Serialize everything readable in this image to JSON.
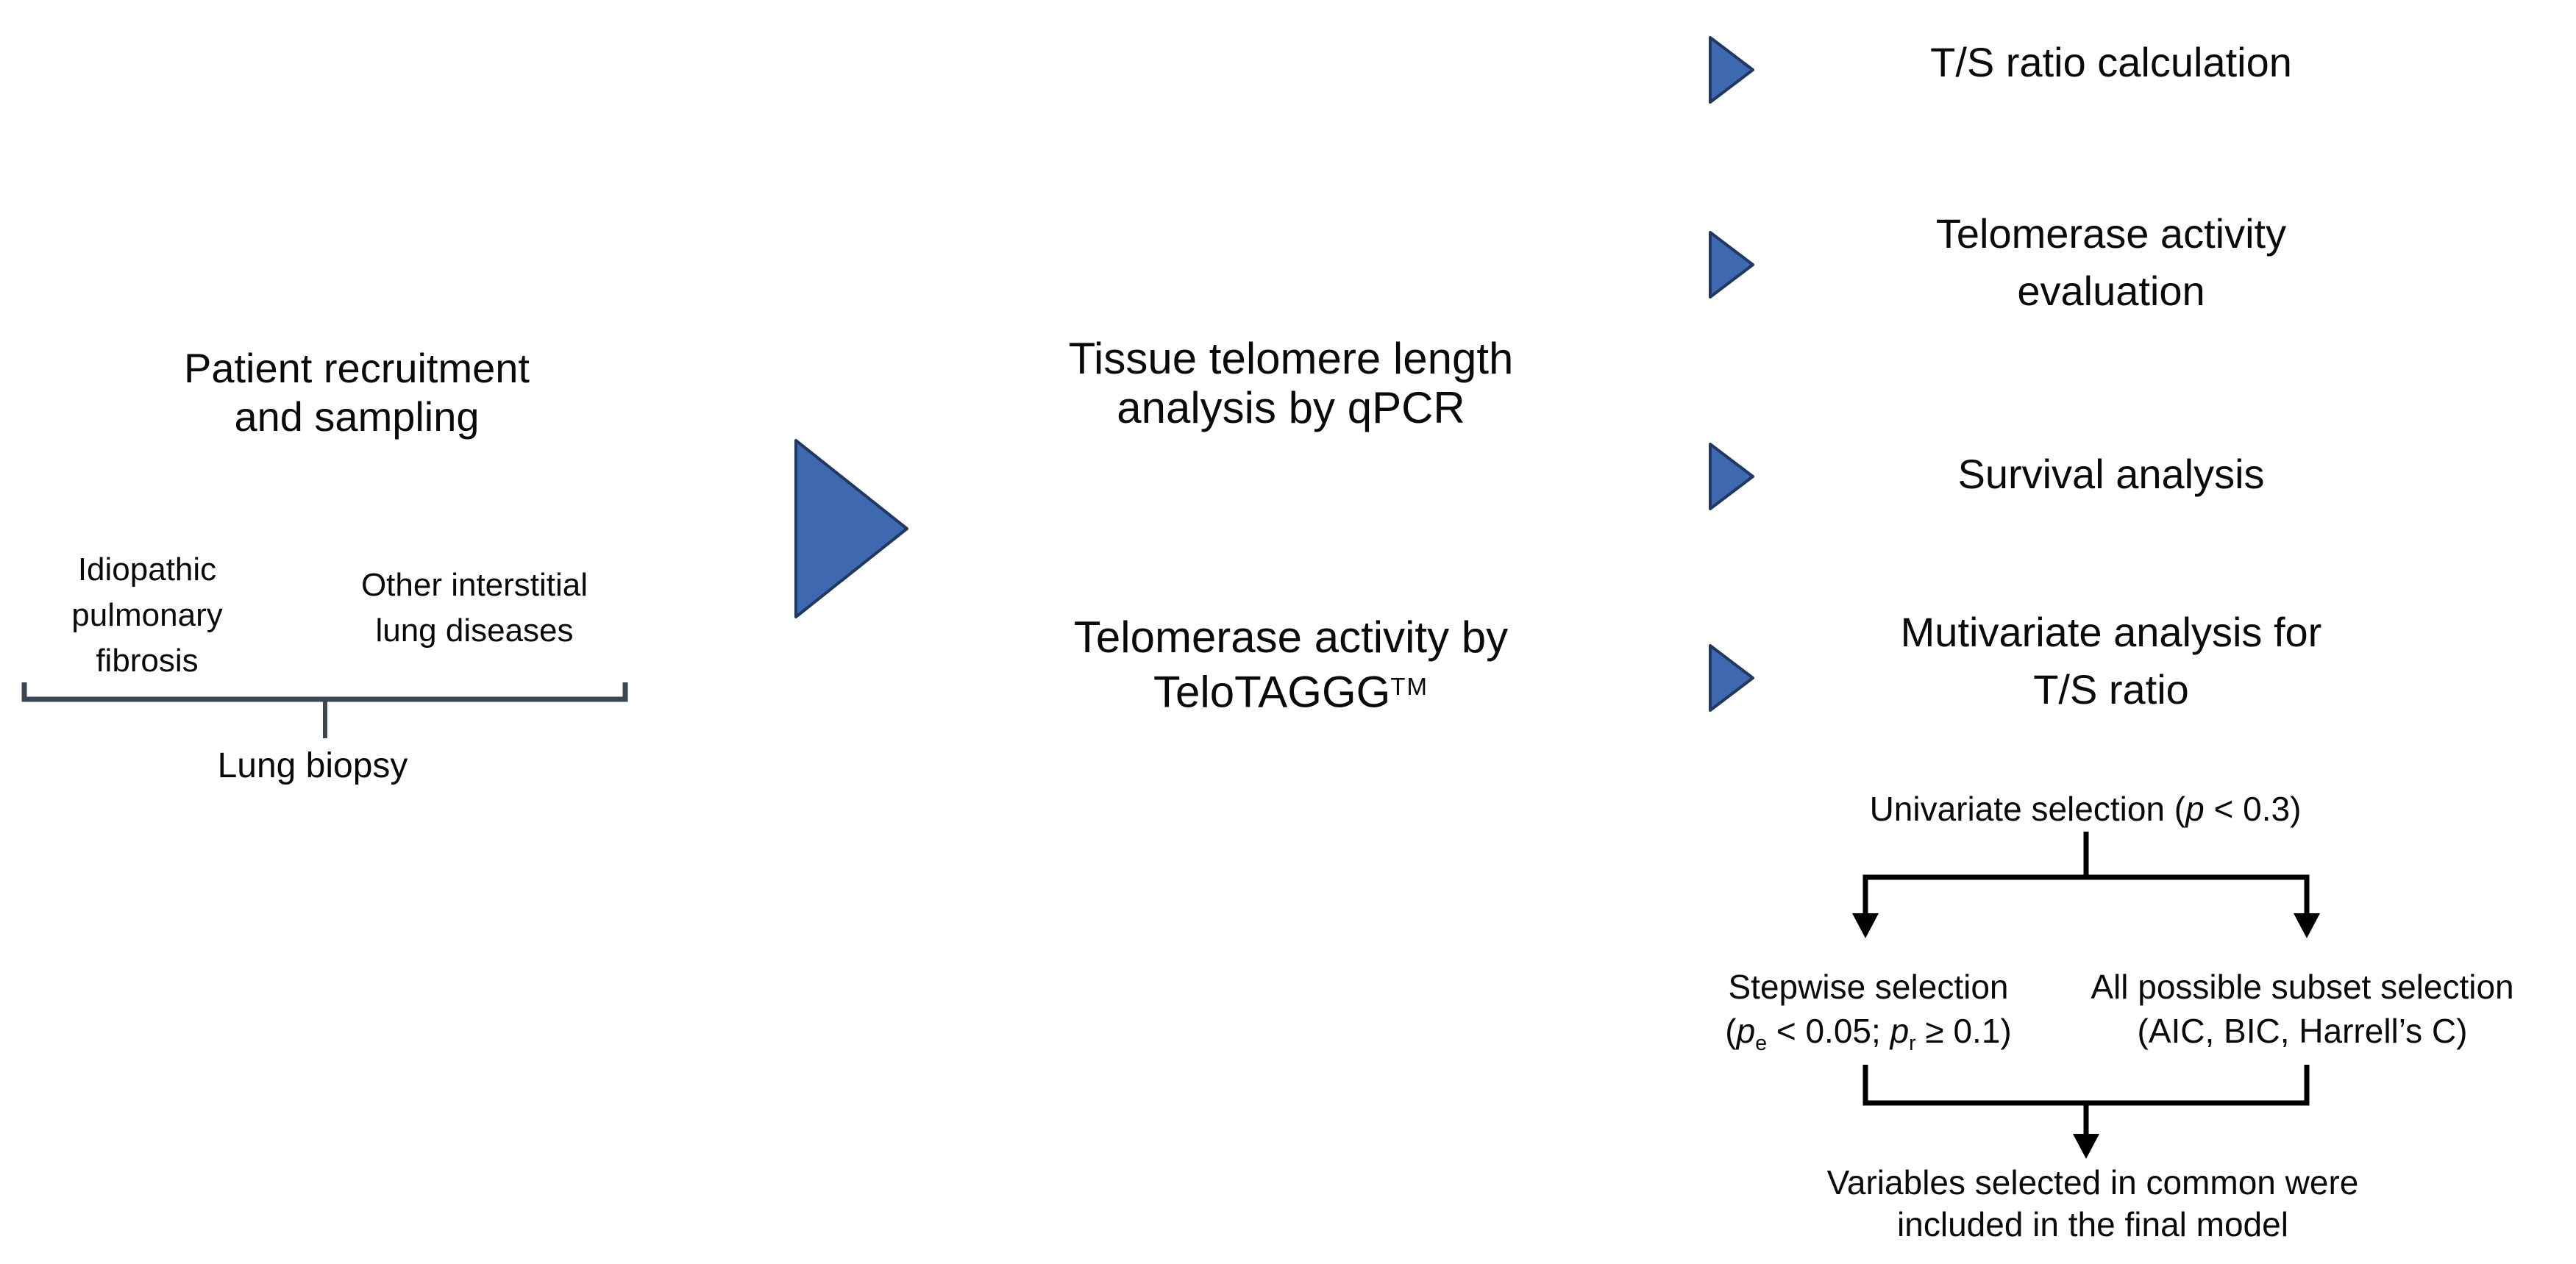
{
  "palette": {
    "triangle_fill": "#3E68B0",
    "triangle_border": "#1F3864",
    "bracket_color": "#3B4653",
    "line_color": "#000000",
    "text_color": "#0A0A0A"
  },
  "left": {
    "title_line1": "Patient recruitment",
    "title_line2": "and sampling",
    "group1_line1": "Idiopathic",
    "group1_line2": "pulmonary",
    "group1_line3": "fibrosis",
    "group2_line1": "Other interstitial",
    "group2_line2": "lung diseases",
    "bracket_label": "Lung biopsy"
  },
  "middle": {
    "item1_line1": "Tissue telomere length",
    "item1_line2": "analysis by qPCR",
    "item2_line1": "Telomerase activity by",
    "item2_base": "TeloTAGGG",
    "item2_sup": "TM"
  },
  "right": {
    "bullet1": "T/S ratio calculation",
    "bullet2_line1": "Telomerase activity",
    "bullet2_line2": "evaluation",
    "bullet3": "Survival analysis",
    "bullet4_line1": "Mutivariate analysis for",
    "bullet4_line2": "T/S ratio"
  },
  "flowchart": {
    "univariate_prefix": "Univariate selection (",
    "univariate_p": "p",
    "univariate_suffix": " < 0.3)",
    "stepwise_line1": "Stepwise selection",
    "stepwise_open": "(",
    "stepwise_p1": "p",
    "stepwise_sub1": "e",
    "stepwise_mid": " < 0.05; ",
    "stepwise_p2": "p",
    "stepwise_sub2": "r",
    "stepwise_close": " ≥ 0.1)",
    "subset_line1": "All possible subset selection",
    "subset_line2": "(AIC, BIC, Harrell’s C)",
    "final_line1": "Variables selected in common were",
    "final_line2": "included in the final model"
  }
}
